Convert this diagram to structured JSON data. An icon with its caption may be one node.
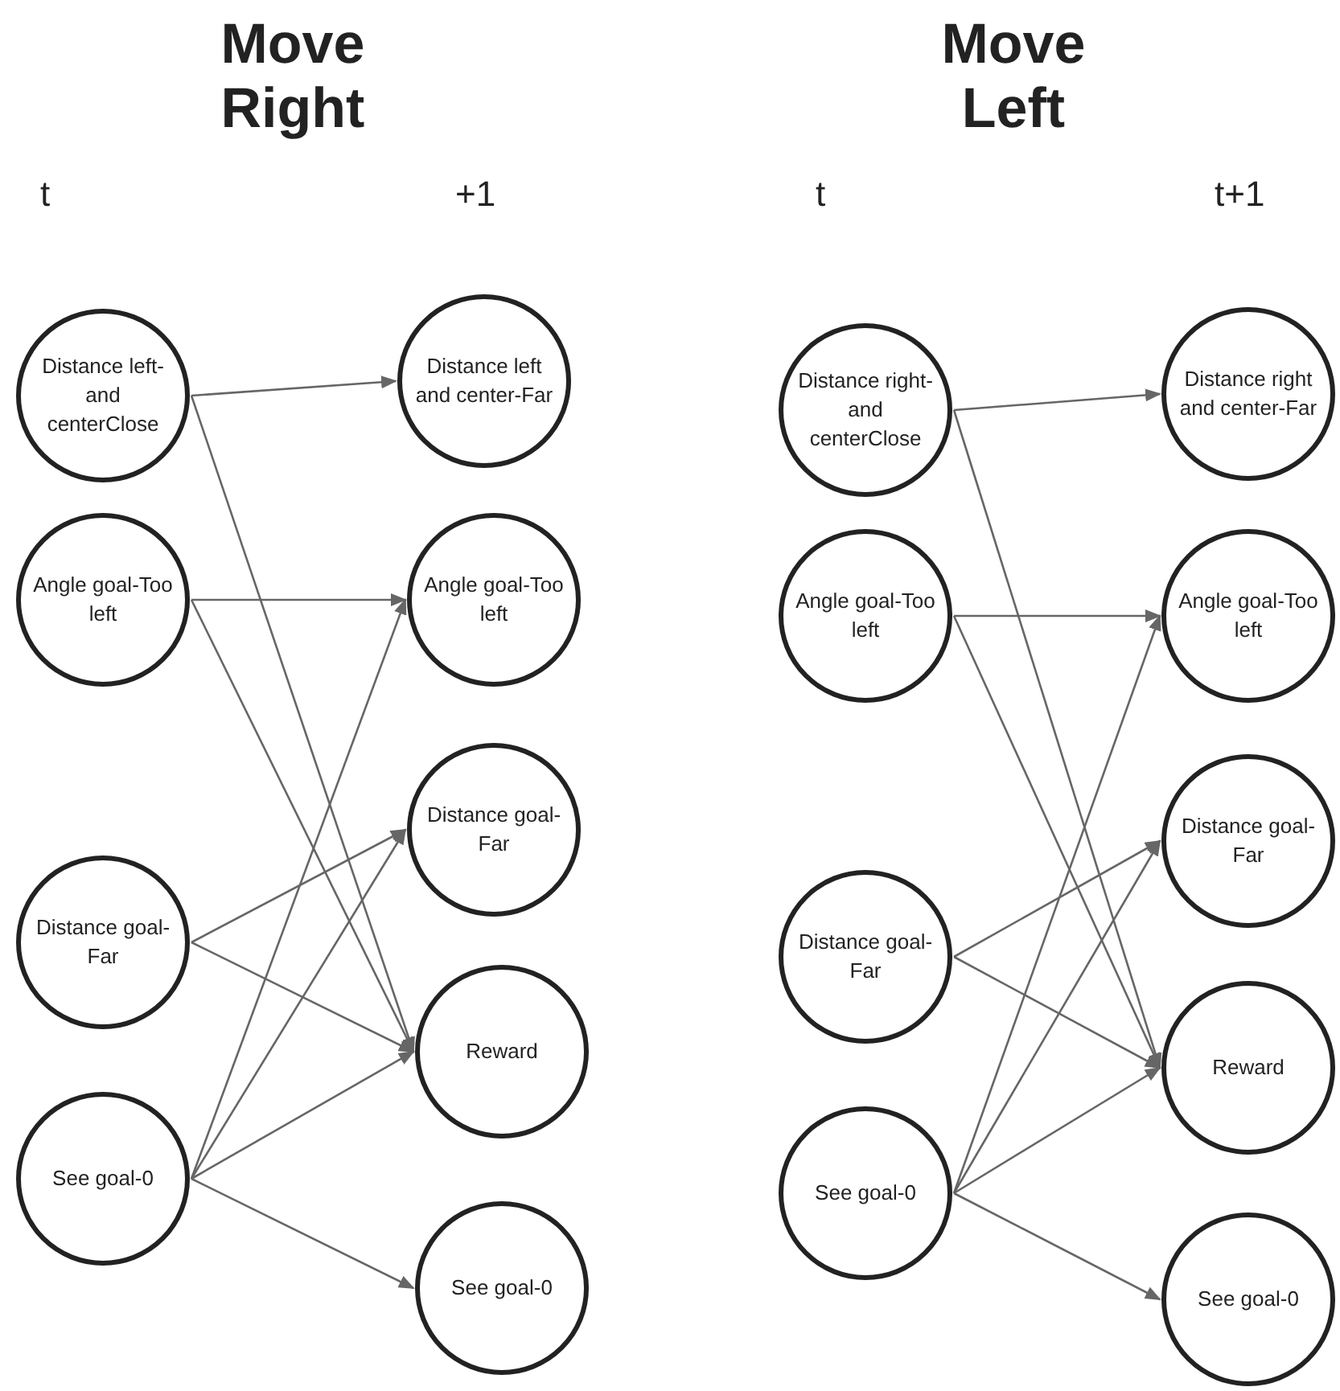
{
  "diagram": {
    "nodes": [
      {
        "text": [
          "Distance left- and centerClose"
        ]
      },
      {
        "text": [
          "Angle goal-Too left"
        ]
      },
      {
        "text": [
          "Distance goal-Far"
        ]
      },
      {
        "text": [
          "See goal-0"
        ]
      },
      {
        "text": [
          "Distance left and center-Far"
        ]
      },
      {
        "text": [
          "Angle goal-Too left"
        ]
      },
      {
        "text": [
          "Distance goal-Far"
        ]
      },
      {
        "text": [
          "Reward"
        ]
      },
      {
        "text": [
          "See goal-0"
        ]
      },
      {
        "text": [
          "Distance right- and centerClose"
        ]
      },
      {
        "text": [
          "Angle goal-Too left"
        ]
      },
      {
        "text": [
          "Distance goal-Far"
        ]
      },
      {
        "text": [
          "See goal-0"
        ]
      },
      {
        "text": [
          "Distance right and center-Far"
        ]
      },
      {
        "text": [
          "Angle goal-Too left"
        ]
      },
      {
        "text": [
          "Distance goal-Far"
        ]
      },
      {
        "text": [
          "Reward"
        ]
      },
      {
        "text": [
          "See goal-0"
        ]
      }
    ],
    "edges": [
      {
        "from": 0,
        "to": 4,
        "arrow": "to"
      },
      {
        "from": 0,
        "to": 7,
        "arrow": "to"
      },
      {
        "from": 1,
        "to": 5,
        "arrow": "to"
      },
      {
        "from": 1,
        "to": 7,
        "arrow": "to"
      },
      {
        "from": 2,
        "to": 6,
        "arrow": "to"
      },
      {
        "from": 2,
        "to": 7,
        "arrow": "to"
      },
      {
        "from": 3,
        "to": 5,
        "arrow": "to"
      },
      {
        "from": 3,
        "to": 6,
        "arrow": "to"
      },
      {
        "from": 3,
        "to": 7,
        "arrow": "to"
      },
      {
        "from": 3,
        "to": 8,
        "arrow": "to"
      },
      {
        "from": 9,
        "to": 13,
        "arrow": "to"
      },
      {
        "from": 9,
        "to": 16,
        "arrow": "to"
      },
      {
        "from": 10,
        "to": 14,
        "arrow": "to"
      },
      {
        "from": 10,
        "to": 16,
        "arrow": "to"
      },
      {
        "from": 11,
        "to": 15,
        "arrow": "to"
      },
      {
        "from": 11,
        "to": 16,
        "arrow": "to"
      },
      {
        "from": 12,
        "to": 14,
        "arrow": "to"
      },
      {
        "from": 12,
        "to": 15,
        "arrow": "to"
      },
      {
        "from": 12,
        "to": 16,
        "arrow": "to"
      },
      {
        "from": 12,
        "to": 17,
        "arrow": "to"
      }
    ],
    "labels": [
      "Move Right",
      "Move Left",
      "t",
      "+1",
      "t",
      "t+1"
    ]
  }
}
